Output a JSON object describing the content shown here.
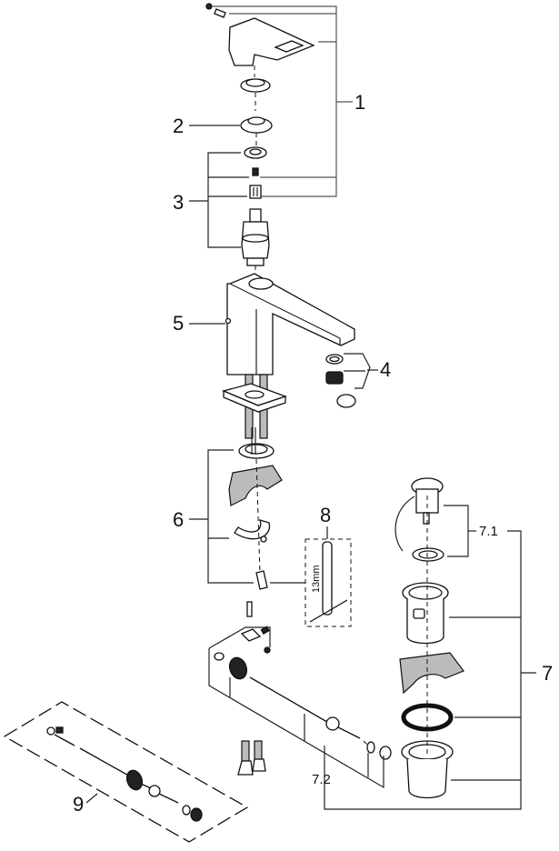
{
  "diagram": {
    "title": "Basin mixer exploded parts view",
    "callouts": {
      "c1": "1",
      "c2": "2",
      "c3": "3",
      "c4": "4",
      "c5": "5",
      "c6": "6",
      "c7": "7",
      "c7_1": "7.1",
      "c7_2": "7.2",
      "c8": "8",
      "c9": "9"
    },
    "tool_dimension": "13mm",
    "colors": {
      "line": "#222222",
      "background": "#ffffff"
    }
  }
}
